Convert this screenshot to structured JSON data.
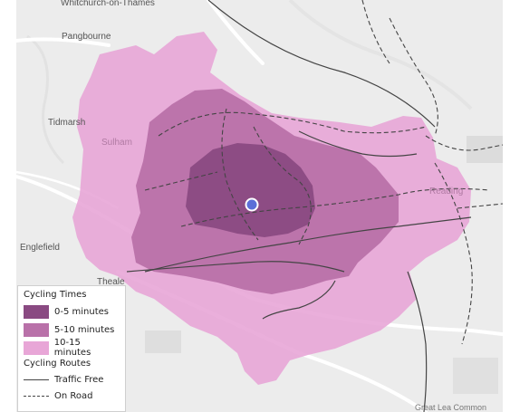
{
  "places": {
    "whitchurch": "Whitchurch-on-Thames",
    "pangbourne": "Pangbourne",
    "tidmarsh": "Tidmarsh",
    "sulham": "Sulham",
    "englefield": "Englefield",
    "theale": "Theale",
    "reading": "Reading",
    "great_lea_common": "Great Lea Common"
  },
  "legend": {
    "cycling_times_title": "Cycling Times",
    "cycling_times": [
      {
        "label": "0-5 minutes",
        "color": "#8a4a82"
      },
      {
        "label": "5-10 minutes",
        "color": "#b971a9"
      },
      {
        "label": "10-15 minutes",
        "color": "#e8a6d7"
      }
    ],
    "cycling_routes_title": "Cycling Routes",
    "cycling_routes": [
      {
        "label": "Traffic Free",
        "style": "solid"
      },
      {
        "label": "On Road",
        "style": "dashed"
      }
    ]
  },
  "colors": {
    "base_map": "#eeeeee",
    "origin_marker": "#5b6fd8"
  }
}
